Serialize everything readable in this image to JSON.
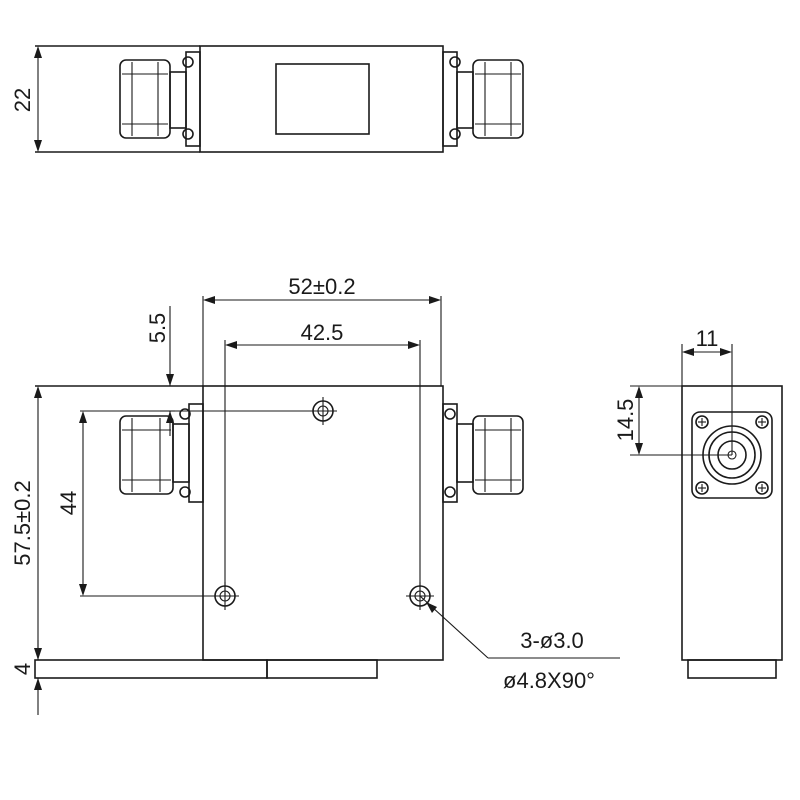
{
  "dimensions": {
    "top_height": "22",
    "width_total": "52±0.2",
    "hole_spacing_x": "42.5",
    "hole_offset_top": "5.5",
    "hole_spacing_y": "44",
    "height_total": "57.5±0.2",
    "base_thickness": "4",
    "side_width": "11",
    "side_connector_offset": "14.5"
  },
  "callout": {
    "holes": "3-ø3.0",
    "countersink": "ø4.8X90°"
  }
}
